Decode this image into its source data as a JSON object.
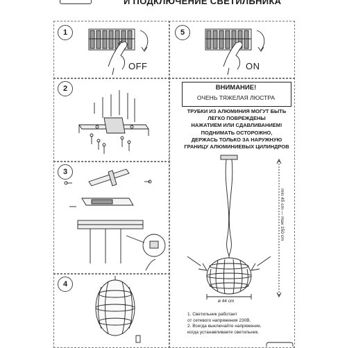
{
  "header": {
    "title": "И ПОДКЛЮЧЕНИЕ СВЕТИЛЬНИКА"
  },
  "steps": [
    {
      "number": "1",
      "state_label": "OFF"
    },
    {
      "number": "2"
    },
    {
      "number": "3"
    },
    {
      "number": "4"
    },
    {
      "number": "5",
      "state_label": "ON"
    }
  ],
  "warning": {
    "title": "ВНИМАНИЕ!",
    "subtitle": "ОЧЕНЬ ТЯЖЕЛАЯ ЛЮСТРА",
    "lines": [
      "ТРУБКИ ИЗ АЛЮМИНИЯ МОГУТ БЫТЬ",
      "ЛЕГКО ПОВРЕЖДЕНЫ",
      "НАЖАТИЕМ ИЛИ СДАВЛИВАНИЕМ!",
      "ПОДНИМАТЬ ОСТОРОЖНО,",
      "ДЕРЖАСЬ ТОЛЬКО ЗА НАРУЖНУЮ",
      "ГРАНИЦУ АЛЮМИНИЕВЫХ ЦИЛИНДРОВ"
    ]
  },
  "dimensions": {
    "height_range": "min 45 cm — max 150 cm",
    "diameter": "ø 44 cm"
  },
  "notes": [
    "1. Светильник работает",
    "от сетевого напряжения 230В.",
    "2. Всегда выключайте напряжение,",
    "когда устанавливаете светильник."
  ],
  "icons": [
    "switch-hand-icon",
    "rotate-arrow-icon",
    "mounting-bracket-icon",
    "screw-icon",
    "chandelier-icon",
    "pressure-arrow-icon"
  ]
}
